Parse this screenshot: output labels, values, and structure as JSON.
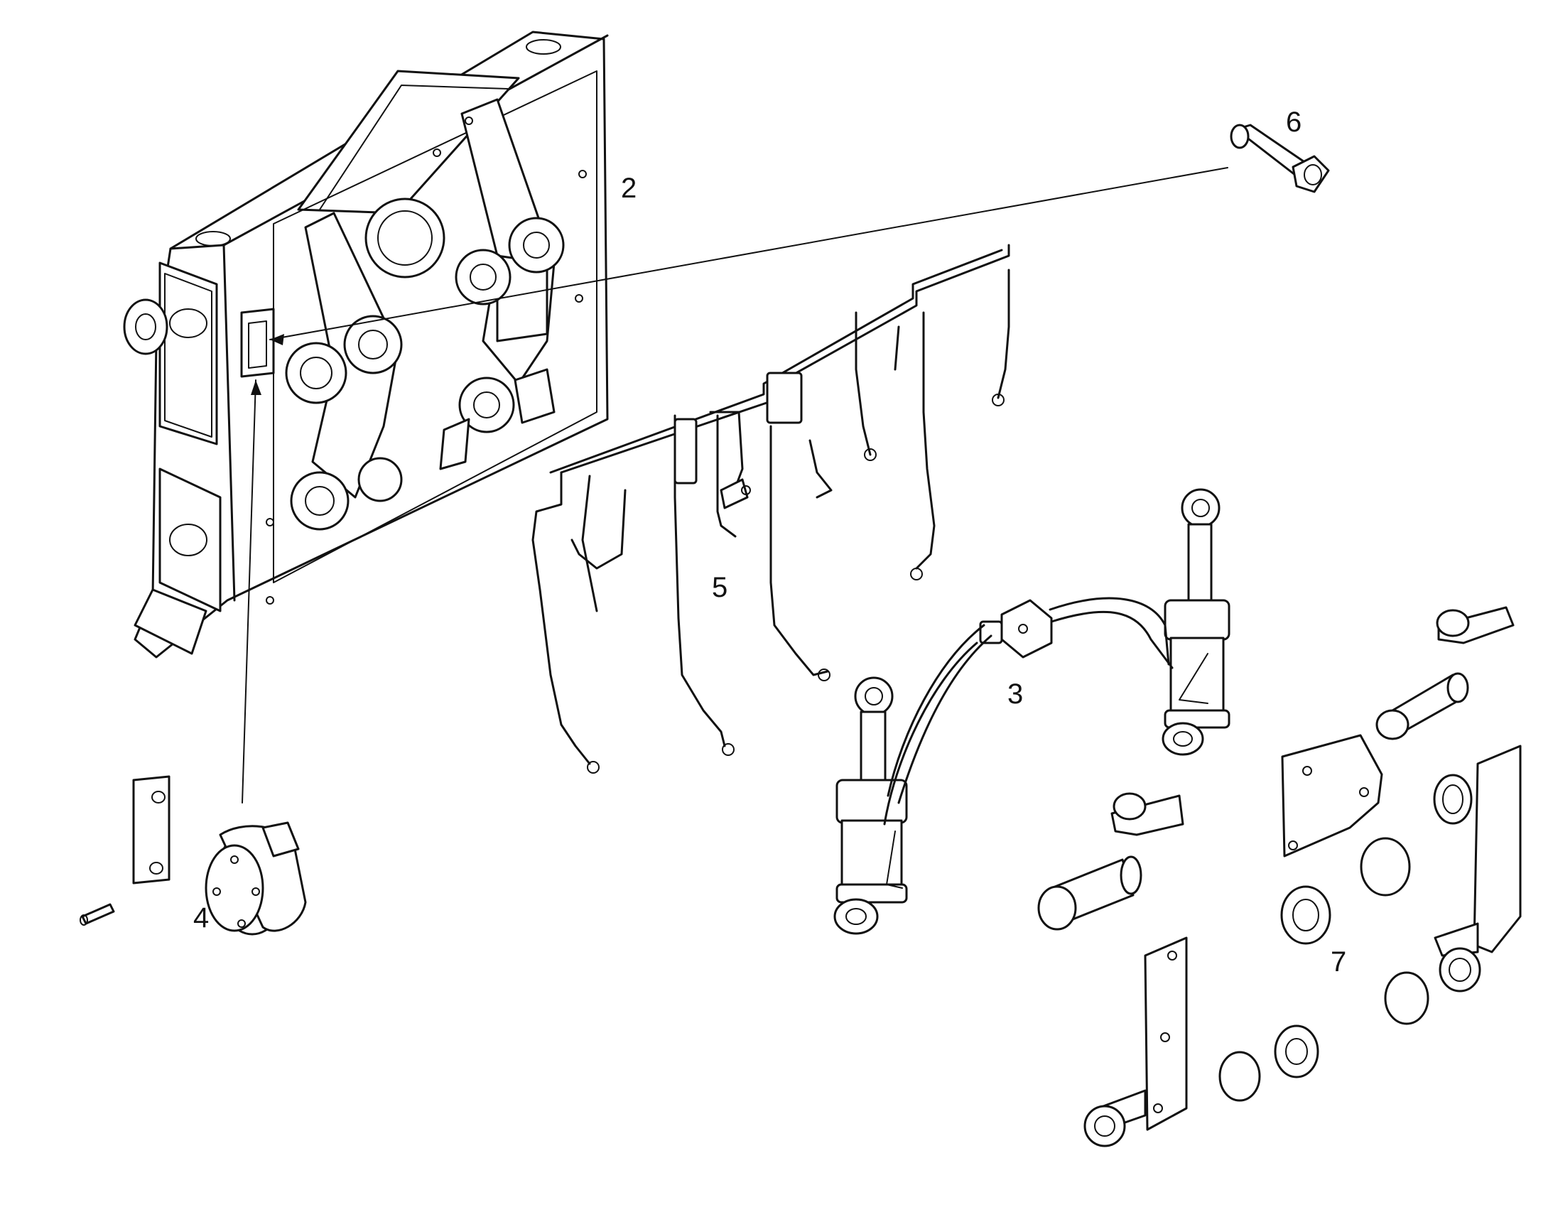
{
  "callouts": {
    "frame": "2",
    "cylinders": "3",
    "cover_plate": "4",
    "harness": "5",
    "fitting": "6",
    "pins_and_covers": "7"
  },
  "colors": {
    "ink": "#111111",
    "paper": "#ffffff"
  }
}
